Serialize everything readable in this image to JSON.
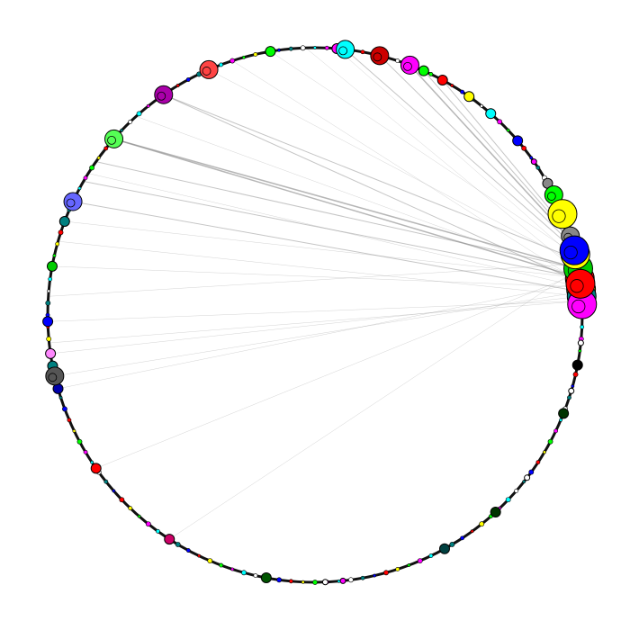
{
  "diagram": {
    "type": "circular-network",
    "ring_color": "#111111",
    "edge_color": "#888888",
    "node_stroke": "#000000",
    "hub_region": "right",
    "nodes": [
      {
        "angle": 360.0,
        "size": "tiny",
        "color": "#ffffff"
      },
      {
        "angle": 352.2,
        "size": "large",
        "color": "#ff0000"
      },
      {
        "angle": 350.0,
        "size": "large",
        "color": "#00cc00"
      },
      {
        "angle": 354.5,
        "size": "large",
        "color": "#ffff00"
      },
      {
        "angle": 356.0,
        "size": "large",
        "color": "#008080"
      },
      {
        "angle": 357.7,
        "size": "large",
        "color": "#ff00ff"
      },
      {
        "angle": 346.9,
        "size": "large",
        "color": "#ffff00"
      },
      {
        "angle": 353.3,
        "size": "large",
        "color": "#ff0000"
      },
      {
        "angle": 346.0,
        "size": "large",
        "color": "#0000ff"
      },
      {
        "angle": 342.8,
        "size": "medium",
        "color": "#888888"
      },
      {
        "angle": 337.8,
        "size": "large",
        "color": "#ffff00"
      },
      {
        "angle": 333.3,
        "size": "medium",
        "color": "#00ff00"
      },
      {
        "angle": 330.5,
        "size": "small",
        "color": "#888888"
      },
      {
        "angle": 325.0,
        "size": "tiny",
        "color": "#ff00ff"
      },
      {
        "angle": 319.3,
        "size": "small",
        "color": "#0000ff"
      },
      {
        "angle": 311.1,
        "size": "small",
        "color": "#00ffff"
      },
      {
        "angle": 305.2,
        "size": "small",
        "color": "#ffff00"
      },
      {
        "angle": 298.5,
        "size": "small",
        "color": "#ff0000"
      },
      {
        "angle": 294.0,
        "size": "small",
        "color": "#00ff00"
      },
      {
        "angle": 290.8,
        "size": "medium",
        "color": "#ff00ff"
      },
      {
        "angle": 284.0,
        "size": "medium",
        "color": "#cc0000"
      },
      {
        "angle": 276.5,
        "size": "medium",
        "color": "#00ffff"
      },
      {
        "angle": 274.7,
        "size": "small",
        "color": "#ff00ff"
      },
      {
        "angle": 260.4,
        "size": "small",
        "color": "#00ff00"
      },
      {
        "angle": 246.6,
        "size": "medium",
        "color": "#ff4444"
      },
      {
        "angle": 235.5,
        "size": "medium",
        "color": "#aa00aa"
      },
      {
        "angle": 221.2,
        "size": "medium",
        "color": "#55ff55"
      },
      {
        "angle": 205.1,
        "size": "medium",
        "color": "#6666ff"
      },
      {
        "angle": 200.5,
        "size": "small",
        "color": "#008080"
      },
      {
        "angle": 190.5,
        "size": "small",
        "color": "#00cc00"
      },
      {
        "angle": 178.6,
        "size": "small",
        "color": "#0000ff"
      },
      {
        "angle": 171.7,
        "size": "small",
        "color": "#ff88ff"
      },
      {
        "angle": 169.0,
        "size": "small",
        "color": "#008080"
      },
      {
        "angle": 166.8,
        "size": "medium",
        "color": "#555555"
      },
      {
        "angle": 164.0,
        "size": "small",
        "color": "#0000aa"
      },
      {
        "angle": 145.0,
        "size": "small",
        "color": "#ff0000"
      },
      {
        "angle": 123.0,
        "size": "small",
        "color": "#cc0066"
      },
      {
        "angle": 100.5,
        "size": "small",
        "color": "#005500"
      },
      {
        "angle": 87.8,
        "size": "tiny",
        "color": "#ffffff"
      },
      {
        "angle": 84.0,
        "size": "tiny",
        "color": "#ff00ff"
      },
      {
        "angle": 61.0,
        "size": "small",
        "color": "#004040"
      },
      {
        "angle": 47.5,
        "size": "small",
        "color": "#003300"
      },
      {
        "angle": 37.5,
        "size": "tiny",
        "color": "#ffffff"
      },
      {
        "angle": 21.6,
        "size": "small",
        "color": "#003300"
      },
      {
        "angle": 16.5,
        "size": "tiny",
        "color": "#ffffff"
      },
      {
        "angle": 10.8,
        "size": "small",
        "color": "#000000"
      },
      {
        "angle": 6.0,
        "size": "tiny",
        "color": "#ffffff"
      }
    ],
    "edges": [
      {
        "from": 352.0,
        "to": 221.2,
        "weight": 3
      },
      {
        "from": 350.0,
        "to": 221.2,
        "weight": 3
      },
      {
        "from": 353.0,
        "to": 235.5,
        "weight": 2
      },
      {
        "from": 348.0,
        "to": 235.5,
        "weight": 2
      },
      {
        "from": 355.0,
        "to": 205.1,
        "weight": 2
      },
      {
        "from": 352.0,
        "to": 200.5,
        "weight": 1
      },
      {
        "from": 354.0,
        "to": 190.5,
        "weight": 1
      },
      {
        "from": 357.0,
        "to": 178.6,
        "weight": 1
      },
      {
        "from": 356.0,
        "to": 171.7,
        "weight": 1
      },
      {
        "from": 355.0,
        "to": 166.8,
        "weight": 1
      },
      {
        "from": 353.0,
        "to": 164.0,
        "weight": 1
      },
      {
        "from": 351.0,
        "to": 145.0,
        "weight": 1
      },
      {
        "from": 350.0,
        "to": 123.0,
        "weight": 1
      },
      {
        "from": 349.0,
        "to": 246.6,
        "weight": 1
      },
      {
        "from": 347.0,
        "to": 260.4,
        "weight": 1
      },
      {
        "from": 346.0,
        "to": 276.5,
        "weight": 2
      },
      {
        "from": 345.0,
        "to": 284.0,
        "weight": 2
      },
      {
        "from": 344.0,
        "to": 290.8,
        "weight": 3
      },
      {
        "from": 343.0,
        "to": 294.0,
        "weight": 2
      },
      {
        "from": 342.0,
        "to": 298.5,
        "weight": 2
      },
      {
        "from": 348.0,
        "to": 274.7,
        "weight": 1
      },
      {
        "from": 351.0,
        "to": 268.0,
        "weight": 1
      },
      {
        "from": 353.0,
        "to": 252.0,
        "weight": 1
      },
      {
        "from": 352.0,
        "to": 228.0,
        "weight": 1
      },
      {
        "from": 354.0,
        "to": 212.0,
        "weight": 1
      },
      {
        "from": 356.0,
        "to": 196.0,
        "weight": 1
      },
      {
        "from": 349.0,
        "to": 184.0,
        "weight": 1
      },
      {
        "from": 357.0,
        "to": 174.0,
        "weight": 1
      },
      {
        "from": 352.0,
        "to": 210.0,
        "weight": 2
      },
      {
        "from": 350.0,
        "to": 215.0,
        "weight": 2
      }
    ]
  }
}
